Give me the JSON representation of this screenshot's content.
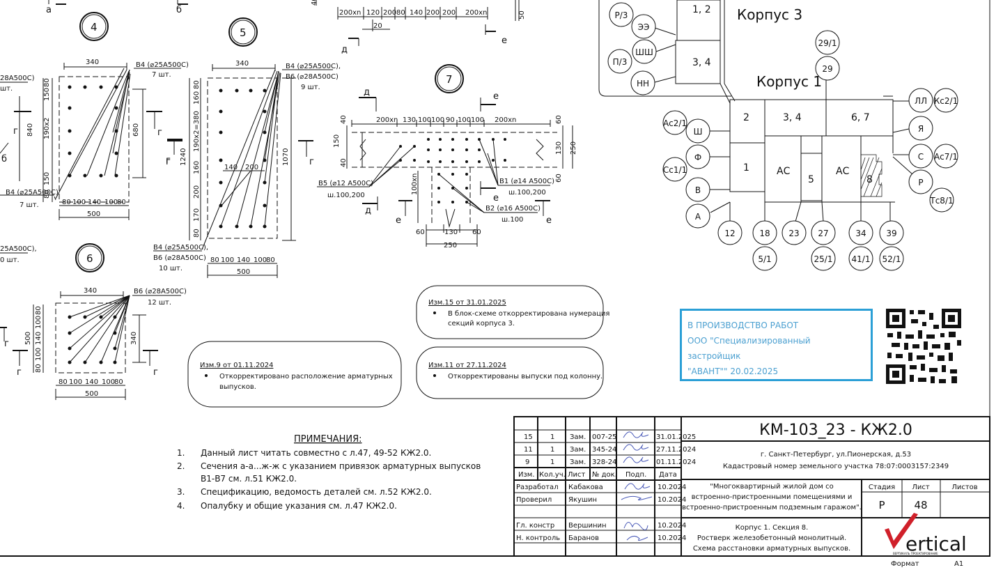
{
  "sections": [
    {
      "num": "4",
      "callout": "В4 (⌀25А500С)",
      "callout2": "",
      "qty": "7 шт.",
      "callout_left": "В4 (⌀25А500С)",
      "qty_left": "7 шт.",
      "dims": {
        "top": "340",
        "bottom": "500",
        "v1": "840",
        "v2": "680",
        "row1": "190х2",
        "row2": "80",
        "row3": "150",
        "bot": [
          "80",
          "100",
          "140",
          "100",
          "80"
        ]
      }
    },
    {
      "num": "5",
      "callout": "В4 (⌀25А500С),",
      "callout2": "В6 (⌀28А500С)",
      "qty": "9 шт.",
      "callout_left": "В4 (⌀25А500С),",
      "callout_left2": "В6 (⌀28А500С)",
      "qty_left": "10 шт.",
      "dims": {
        "top": "340",
        "bottom": "500",
        "v1": "1240",
        "v2": "1070",
        "mid": [
          "140",
          "200"
        ],
        "left": [
          "80",
          "160",
          "190х2=380",
          "160",
          "200",
          "170",
          "80"
        ],
        "bot": [
          "80",
          "100",
          "140",
          "100",
          "80"
        ]
      }
    },
    {
      "num": "6",
      "callout": "В6 (⌀28А500С)",
      "qty": "12 шт.",
      "dims": {
        "top": "340",
        "bottom": "500",
        "v1": "500",
        "v2": "340",
        "left": [
          "80",
          "100",
          "140",
          "100",
          "80"
        ],
        "bot": [
          "80",
          "100",
          "140",
          "100",
          "80"
        ]
      }
    },
    {
      "num": "7",
      "dims": {
        "top": [
          "200хn",
          "130",
          "100",
          "100",
          "90",
          "100",
          "100",
          "200хn"
        ],
        "right": [
          "60",
          "130",
          "60"
        ],
        "right2": "250",
        "left": [
          "40",
          "150",
          "40"
        ],
        "bottom": [
          "60",
          "130",
          "60"
        ],
        "bottom2": "250",
        "vert": "100хn"
      },
      "callouts": [
        {
          "text": "В5 (⌀12 А500С)",
          "sub": "ш.100,200"
        },
        {
          "text": "В1 (⌀14 А500С)",
          "sub": "ш.100,200"
        },
        {
          "text": "В2 (⌀16 А500С)",
          "sub": "ш.100"
        }
      ]
    }
  ],
  "top_strip": {
    "dims": [
      "200хn",
      "120",
      "200",
      "80",
      "140",
      "200",
      "200",
      "200хn"
    ],
    "dim_under": "20",
    "side": "50",
    "left_frag": "40"
  },
  "cut_letters": {
    "a": "а",
    "b": "б",
    "d": "д",
    "e": "е",
    "g": "г"
  },
  "left_fragments": [
    "28А500С)",
    "шт.",
    "25А500С),",
    "0 шт.",
    "б"
  ],
  "site_plan": {
    "corpus3": "Корпус 3",
    "corpus1": "Корпус 1",
    "blocks": [
      "1, 2",
      "3, 4",
      "2",
      "3, 4",
      "6, 7",
      "1",
      "АС",
      "5",
      "АС",
      "8"
    ],
    "axes_left": [
      "Р/3",
      "ЭЭ",
      "ШШ",
      "П/3",
      "НН",
      "Ас2/1",
      "Ш",
      "Ф",
      "Сс1/1",
      "В",
      "А"
    ],
    "axes_top": [
      "29/1",
      "29"
    ],
    "axes_right": [
      "ЛЛ",
      "Кс2/1",
      "Я",
      "С",
      "Ас7/1",
      "Р",
      "Тс8/1"
    ],
    "axes_bottom": [
      "12",
      "18",
      "23",
      "27",
      "34",
      "39"
    ],
    "axes_bottom2": [
      "5/1",
      "25/1",
      "41/1",
      "52/1"
    ]
  },
  "revisions": [
    {
      "title": "Изм.15 от 31.01.2025",
      "text1": "В блок-схеме откорректирована нумерация",
      "text2": "секций корпуса 3."
    },
    {
      "title": "Изм.9 от 01.11.2024",
      "text1": "Откорректировано расположение арматурных",
      "text2": "выпусков."
    },
    {
      "title": "Изм.11 от 27.11.2024",
      "text1": "Откорректированы выпуски под колонну.",
      "text2": ""
    }
  ],
  "stamp": {
    "line1": "В ПРОИЗВОДСТВО РАБОТ",
    "line2": "ООО \"Специализированный",
    "line3": "застройщик",
    "line4": "\"АВАНТ\"\" 20.02.2025",
    "color": "#2b9fd6"
  },
  "notes": {
    "title": "ПРИМЕЧАНИЯ:",
    "items": [
      {
        "n": "1.",
        "t": "Данный лист читать совместно с л.47, 49-52 КЖ2.0."
      },
      {
        "n": "2.",
        "t": "Сечения а-а...ж-ж с указанием привязок арматурных выпусков",
        "t2": "В1-В7 см. л.51 КЖ2.0."
      },
      {
        "n": "3.",
        "t": "Спецификацию, ведомость деталей  см. л.52 КЖ2.0."
      },
      {
        "n": "4.",
        "t": "Опалубку и общие указания см. л.47 КЖ2.0."
      }
    ]
  },
  "title_block": {
    "code": "КМ-103_23 - КЖ2.0",
    "address": "г. Санкт-Петербург, ул.Пионерская, д.53",
    "cadastre": "Кадастровый номер земельного участка 78:07:0003157:2349",
    "project1": "\"Многоквартирный жилой дом со",
    "project2": "встроенно-пристроенными помещениями и",
    "project3": "встроенно-пристроенным подземным гаражом\".",
    "stage_h": "Стадия",
    "sheet_h": "Лист",
    "sheets_h": "Листов",
    "stage": "Р",
    "sheet": "48",
    "sheets": "",
    "desc1": "Корпус 1. Секция 8.",
    "desc2": "Ростверк железобетонный монолитный.",
    "desc3": "Схема расстановки арматурных выпусков.",
    "rev_rows": [
      [
        "15",
        "1",
        "Зам.",
        "007-25",
        "31.01.2025"
      ],
      [
        "11",
        "1",
        "Зам.",
        "345-24",
        "27.11.2024"
      ],
      [
        "9",
        "1",
        "Зам.",
        "328-24",
        "01.11.2024"
      ]
    ],
    "header": [
      "Изм.",
      "Кол.уч.",
      "Лист",
      "№ док.",
      "Подп.",
      "Дата"
    ],
    "people": [
      {
        "role": "Разработал",
        "name": "Кабакова",
        "date": "10.2024"
      },
      {
        "role": "Проверил",
        "name": "Якушин",
        "date": "10.2024"
      },
      {
        "role": "",
        "name": "",
        "date": ""
      },
      {
        "role": "Гл. констр",
        "name": "Вершинин",
        "date": "10.2024"
      },
      {
        "role": "Н. контроль",
        "name": "Баранов",
        "date": "10.2024"
      }
    ],
    "logo": "ertical",
    "logo_sub": "ВЕРТИКАЛЬ ПРОЕКТИРОВАНИЕ",
    "format_label": "Формат",
    "format": "А1"
  }
}
